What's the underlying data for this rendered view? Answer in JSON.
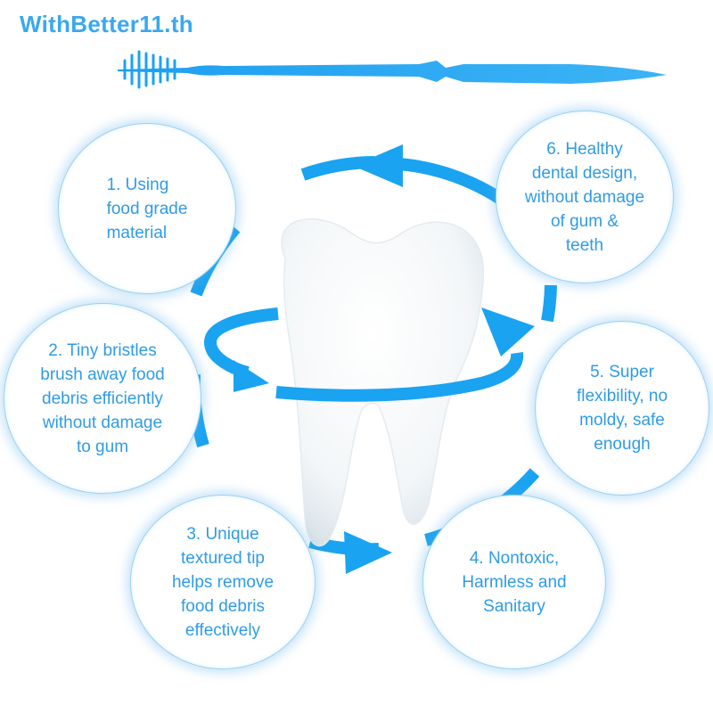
{
  "watermark": "WithBetter11.th",
  "colors": {
    "accent": "#1aa3f0",
    "text": "#2f9be6",
    "bubble_border": "#9bd1f2",
    "tooth": "#ffffff"
  },
  "features": [
    {
      "label": "1. Using\nfood grade\nmaterial"
    },
    {
      "label": "2. Tiny bristles\nbrush away food\ndebris efficiently\nwithout damage\nto gum"
    },
    {
      "label": "3. Unique\ntextured tip\nhelps remove\nfood debris\neffectively"
    },
    {
      "label": "4. Nontoxic,\nHarmless and\nSanitary"
    },
    {
      "label": "5. Super\nflexibility, no\nmoldy, safe\nenough"
    },
    {
      "label": "6. Healthy\ndental design,\nwithout damage\nof gum &\nteeth"
    }
  ],
  "icons": [
    "toothpick-brush-icon",
    "tooth-icon",
    "cycle-arrows-icon",
    "rotation-arrow-icon"
  ]
}
